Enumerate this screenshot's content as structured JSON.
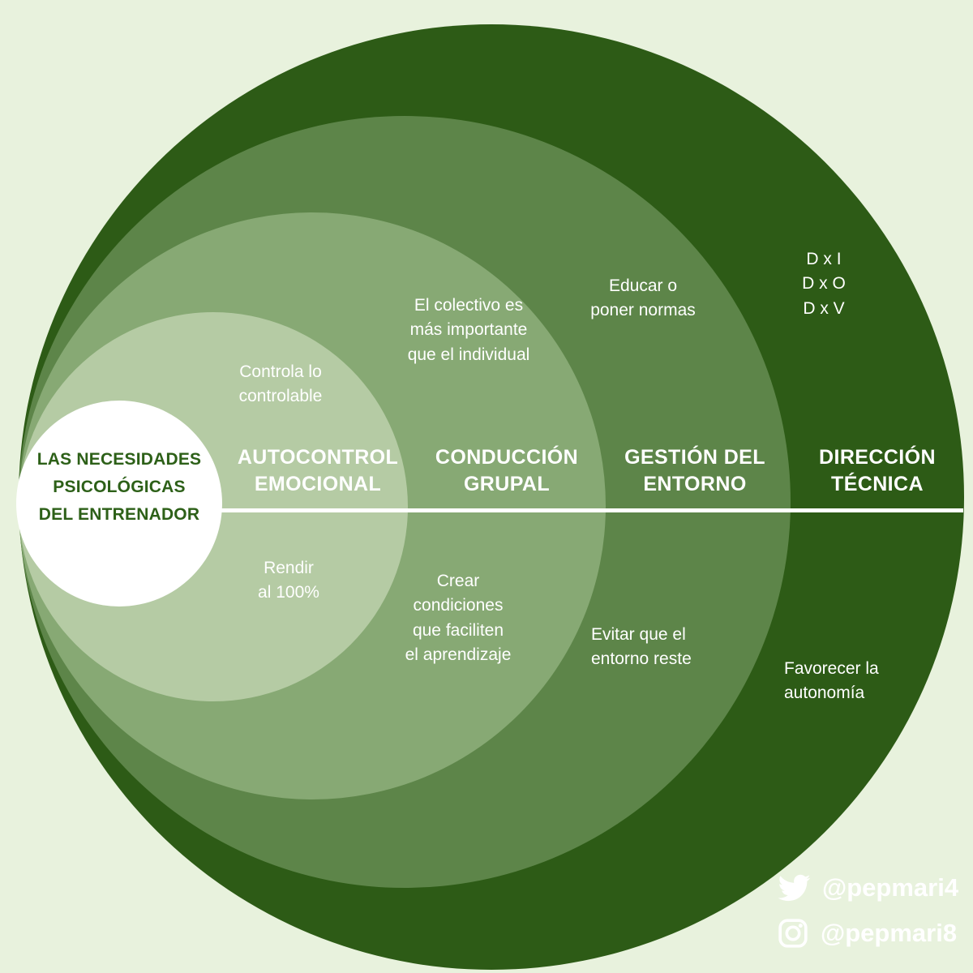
{
  "colors": {
    "background": "#e8f2dd",
    "ring_direccion": "#2d5b16",
    "ring_gestion": "#5d8549",
    "ring_conduccion": "#87a974",
    "ring_autocontrol": "#b5cba4",
    "center_circle": "#ffffff",
    "divider": "#ffffff",
    "title_text": "#2d6018",
    "note_text": "#ffffff"
  },
  "center": {
    "title": "LAS NECESIDADES\nPSICOLÓGICAS\nDEL ENTRENADOR"
  },
  "rings": {
    "autocontrol": {
      "label": "AUTOCONTROL\nEMOCIONAL",
      "top_note": "Controla lo\ncontrolable",
      "bottom_note": "Rendir\nal 100%"
    },
    "conduccion": {
      "label": "CONDUCCIÓN\nGRUPAL",
      "top_note": "El colectivo es\nmás importante\nque el individual",
      "bottom_note": "Crear\ncondiciones\nque faciliten\nel aprendizaje"
    },
    "gestion": {
      "label": "GESTIÓN DEL\nENTORNO",
      "top_note": "Educar o\nponer normas",
      "bottom_note": "Evitar que el\nentorno reste"
    },
    "direccion": {
      "label": "DIRECCIÓN\nTÉCNICA",
      "top_note": "D x I\nD x O\nD x V",
      "bottom_note": "Favorecer la\nautonomía"
    }
  },
  "social": {
    "twitter_handle": "@pepmari4",
    "instagram_handle": "@pepmari8"
  }
}
